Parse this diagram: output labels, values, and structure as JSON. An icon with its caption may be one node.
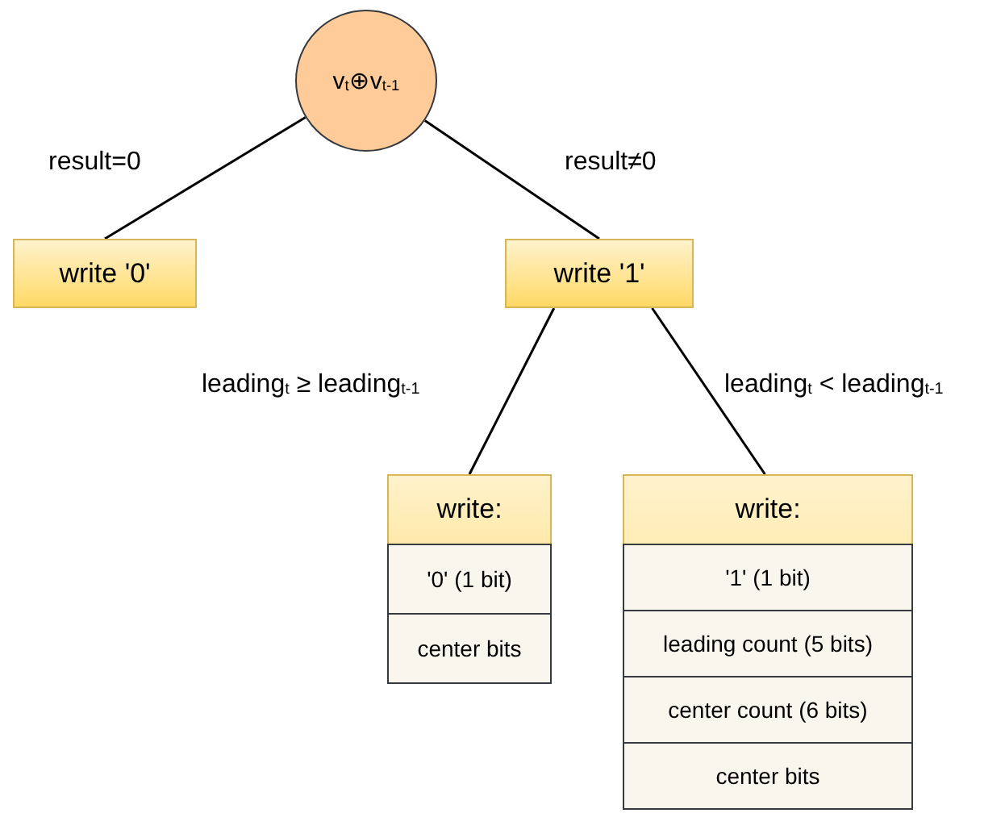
{
  "diagram": {
    "nodes": [
      {
        "text": [
          "v$_{t}$⊕v$_{t-1}$"
        ]
      },
      {
        "text": [
          "write '0'"
        ]
      },
      {
        "text": [
          "write '1'"
        ]
      },
      {
        "text": [
          "write:"
        ]
      },
      {
        "text": [
          "'0' (1 bit)"
        ],
        "in": 3
      },
      {
        "text": [
          "center bits"
        ],
        "in": 3
      },
      {
        "text": [
          "write:"
        ]
      },
      {
        "text": [
          "'1' (1 bit)"
        ],
        "in": 6
      },
      {
        "text": [
          "leading count (5 bits)"
        ],
        "in": 6
      },
      {
        "text": [
          "center count (6 bits)"
        ],
        "in": 6
      },
      {
        "text": [
          "center bits"
        ],
        "in": 6
      }
    ],
    "edges": [
      {
        "from": 0,
        "to": 1,
        "arrow": "none",
        "label": "result=0"
      },
      {
        "from": 0,
        "to": 2,
        "arrow": "none",
        "label": "result≠0"
      },
      {
        "from": 2,
        "to": 3,
        "arrow": "none",
        "label": "leading$_{t}$ ≥ leading$_{t-1}$"
      },
      {
        "from": 2,
        "to": 6,
        "arrow": "none",
        "label": "leading$_{t}$ < leading$_{t-1}$"
      }
    ]
  }
}
